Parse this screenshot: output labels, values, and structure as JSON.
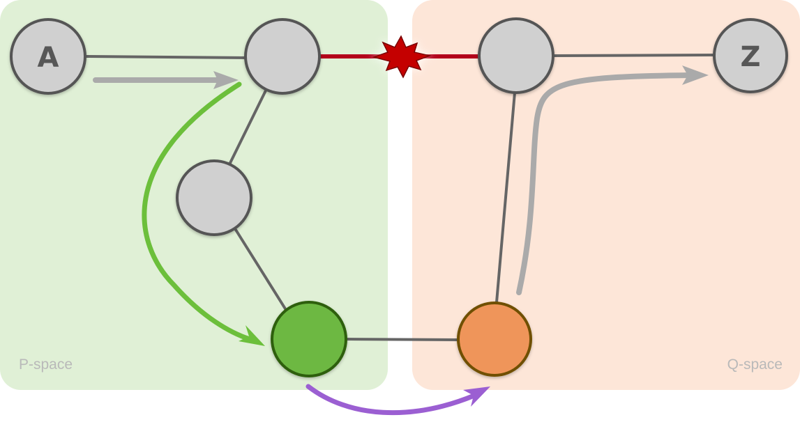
{
  "regions": {
    "p_space": {
      "label": "P-space",
      "color": "#e0f0d6"
    },
    "q_space": {
      "label": "Q-space",
      "color": "#fde6d8"
    }
  },
  "nodes": {
    "a": {
      "label": "A",
      "color": "#d0d0d0"
    },
    "z": {
      "label": "Z",
      "color": "#d0d0d0"
    },
    "gateway_green": {
      "color": "#6db842",
      "stroke": "#2d5e10"
    },
    "gateway_orange": {
      "color": "#ef955a",
      "stroke": "#6f5005"
    }
  },
  "colors": {
    "node_gray": "#d0d0d0",
    "node_stroke": "#555555",
    "edge": "#656565",
    "broken_link": "#b3001b",
    "break_burst": "#c40000",
    "arrow_gray": "#aaaaaa",
    "arrow_green": "#6cbf3b",
    "arrow_purple": "#9b5fd2"
  }
}
